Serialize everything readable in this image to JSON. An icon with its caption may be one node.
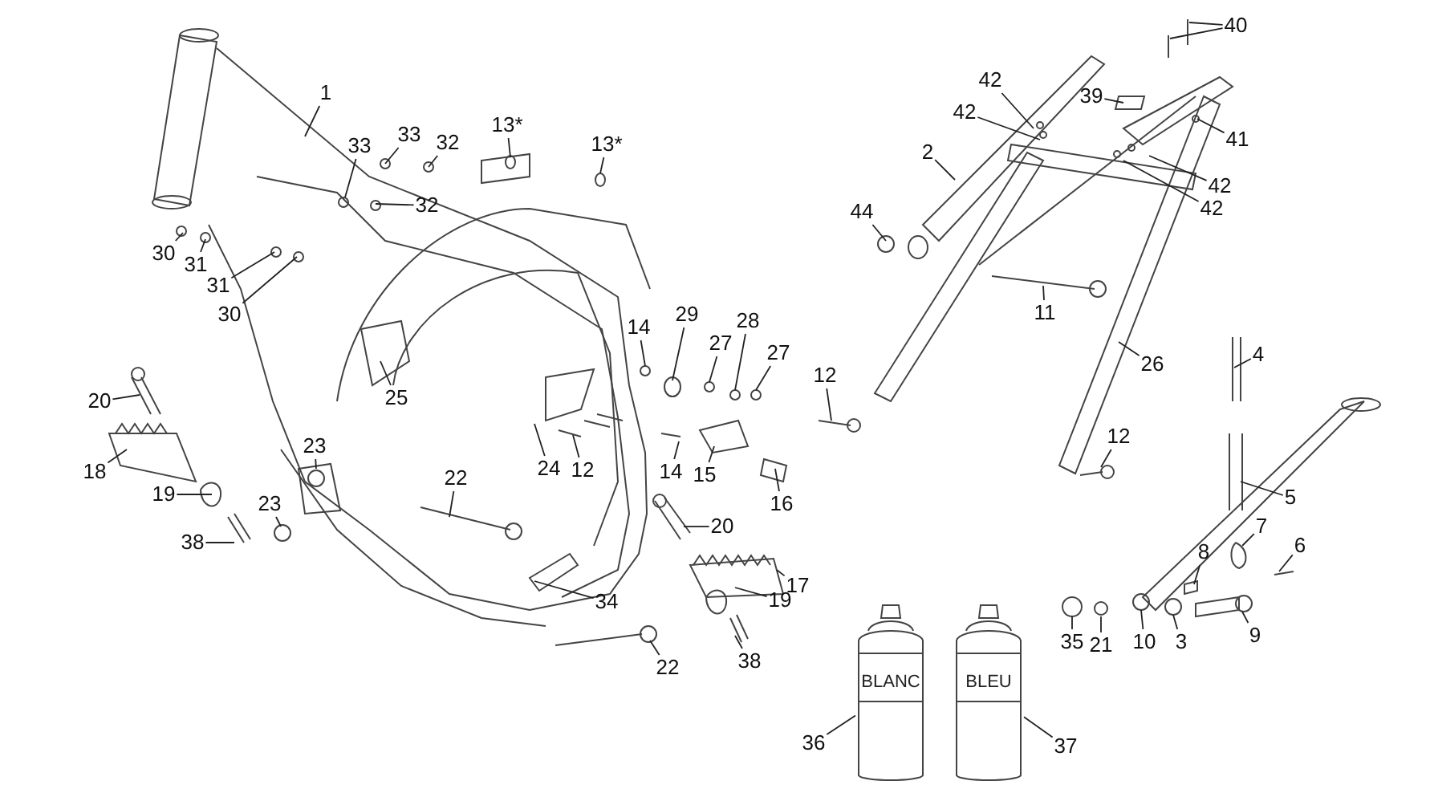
{
  "diagram": {
    "nodes": [
      {
        "text": [
          "1"
        ]
      },
      {
        "text": [
          "40"
        ]
      },
      {
        "text": [
          "13*"
        ]
      },
      {
        "text": [
          "13*"
        ]
      },
      {
        "text": [
          "33"
        ]
      },
      {
        "text": [
          "33"
        ]
      },
      {
        "text": [
          "32"
        ]
      },
      {
        "text": [
          "42"
        ]
      },
      {
        "text": [
          "42"
        ]
      },
      {
        "text": [
          "2"
        ]
      },
      {
        "text": [
          "32"
        ]
      },
      {
        "text": [
          "39"
        ]
      },
      {
        "text": [
          "41"
        ]
      },
      {
        "text": [
          "42"
        ]
      },
      {
        "text": [
          "42"
        ]
      },
      {
        "text": [
          "44"
        ]
      },
      {
        "text": [
          "30"
        ]
      },
      {
        "text": [
          "31"
        ]
      },
      {
        "text": [
          "31"
        ]
      },
      {
        "text": [
          "30"
        ]
      },
      {
        "text": [
          "11"
        ]
      },
      {
        "text": [
          "25"
        ]
      },
      {
        "text": [
          "14"
        ]
      },
      {
        "text": [
          "29"
        ]
      },
      {
        "text": [
          "27"
        ]
      },
      {
        "text": [
          "28"
        ]
      },
      {
        "text": [
          "27"
        ]
      },
      {
        "text": [
          "26"
        ]
      },
      {
        "text": [
          "4"
        ]
      },
      {
        "text": [
          "20"
        ]
      },
      {
        "text": [
          "12"
        ]
      },
      {
        "text": [
          "24"
        ]
      },
      {
        "text": [
          "12"
        ]
      },
      {
        "text": [
          "14"
        ]
      },
      {
        "text": [
          "15"
        ]
      },
      {
        "text": [
          "16"
        ]
      },
      {
        "text": [
          "12"
        ]
      },
      {
        "text": [
          "18"
        ]
      },
      {
        "text": [
          "22"
        ]
      },
      {
        "text": [
          "23"
        ]
      },
      {
        "text": [
          "5"
        ]
      },
      {
        "text": [
          "19"
        ]
      },
      {
        "text": [
          "23"
        ]
      },
      {
        "text": [
          "38"
        ]
      },
      {
        "text": [
          "20"
        ]
      },
      {
        "text": [
          "7"
        ]
      },
      {
        "text": [
          "6"
        ]
      },
      {
        "text": [
          "8"
        ]
      },
      {
        "text": [
          "34"
        ]
      },
      {
        "text": [
          "17"
        ]
      },
      {
        "text": [
          "19"
        ]
      },
      {
        "text": [
          "22"
        ]
      },
      {
        "text": [
          "38"
        ]
      },
      {
        "text": [
          "35"
        ]
      },
      {
        "text": [
          "21"
        ]
      },
      {
        "text": [
          "10"
        ]
      },
      {
        "text": [
          "3"
        ]
      },
      {
        "text": [
          "9"
        ]
      },
      {
        "text": [
          "36"
        ]
      },
      {
        "text": [
          "37"
        ]
      },
      {
        "text": [
          "BLANC"
        ]
      },
      {
        "text": [
          "BLEU"
        ]
      }
    ],
    "edges": [
      {
        "from": 0,
        "to": null,
        "arrow": "none"
      },
      {
        "from": 1,
        "to": null,
        "arrow": "none"
      },
      {
        "from": 1,
        "to": null,
        "arrow": "none"
      },
      {
        "from": 2,
        "to": null,
        "arrow": "none"
      },
      {
        "from": 3,
        "to": null,
        "arrow": "none"
      },
      {
        "from": 4,
        "to": null,
        "arrow": "none"
      },
      {
        "from": 5,
        "to": null,
        "arrow": "none"
      },
      {
        "from": 6,
        "to": null,
        "arrow": "none"
      },
      {
        "from": 7,
        "to": null,
        "arrow": "none"
      },
      {
        "from": 8,
        "to": null,
        "arrow": "none"
      },
      {
        "from": 9,
        "to": null,
        "arrow": "none"
      },
      {
        "from": 10,
        "to": null,
        "arrow": "none"
      },
      {
        "from": 11,
        "to": null,
        "arrow": "none"
      },
      {
        "from": 12,
        "to": null,
        "arrow": "none"
      },
      {
        "from": 13,
        "to": null,
        "arrow": "none"
      },
      {
        "from": 14,
        "to": null,
        "arrow": "none"
      },
      {
        "from": 15,
        "to": null,
        "arrow": "none"
      },
      {
        "from": 16,
        "to": null,
        "arrow": "none"
      },
      {
        "from": 17,
        "to": null,
        "arrow": "none"
      },
      {
        "from": 18,
        "to": null,
        "arrow": "none"
      },
      {
        "from": 19,
        "to": null,
        "arrow": "none"
      },
      {
        "from": 20,
        "to": null,
        "arrow": "none"
      },
      {
        "from": 21,
        "to": null,
        "arrow": "none"
      },
      {
        "from": 22,
        "to": null,
        "arrow": "none"
      },
      {
        "from": 23,
        "to": null,
        "arrow": "none"
      },
      {
        "from": 24,
        "to": null,
        "arrow": "none"
      },
      {
        "from": 25,
        "to": null,
        "arrow": "none"
      },
      {
        "from": 26,
        "to": null,
        "arrow": "none"
      },
      {
        "from": 27,
        "to": null,
        "arrow": "none"
      },
      {
        "from": 28,
        "to": null,
        "arrow": "none"
      },
      {
        "from": 29,
        "to": null,
        "arrow": "none"
      },
      {
        "from": 30,
        "to": null,
        "arrow": "none"
      },
      {
        "from": 31,
        "to": null,
        "arrow": "none"
      },
      {
        "from": 32,
        "to": null,
        "arrow": "none"
      },
      {
        "from": 33,
        "to": null,
        "arrow": "none"
      },
      {
        "from": 34,
        "to": null,
        "arrow": "none"
      },
      {
        "from": 35,
        "to": null,
        "arrow": "none"
      },
      {
        "from": 36,
        "to": null,
        "arrow": "none"
      },
      {
        "from": 37,
        "to": null,
        "arrow": "none"
      },
      {
        "from": 38,
        "to": null,
        "arrow": "none"
      },
      {
        "from": 39,
        "to": null,
        "arrow": "none"
      },
      {
        "from": 40,
        "to": null,
        "arrow": "none"
      },
      {
        "from": 41,
        "to": null,
        "arrow": "none"
      },
      {
        "from": 42,
        "to": null,
        "arrow": "none"
      },
      {
        "from": 43,
        "to": null,
        "arrow": "none"
      },
      {
        "from": 44,
        "to": null,
        "arrow": "none"
      },
      {
        "from": 45,
        "to": null,
        "arrow": "none"
      },
      {
        "from": 46,
        "to": null,
        "arrow": "none"
      },
      {
        "from": 47,
        "to": null,
        "arrow": "none"
      },
      {
        "from": 48,
        "to": null,
        "arrow": "none"
      },
      {
        "from": 49,
        "to": null,
        "arrow": "none"
      },
      {
        "from": 50,
        "to": null,
        "arrow": "none"
      },
      {
        "from": 51,
        "to": null,
        "arrow": "none"
      },
      {
        "from": 52,
        "to": null,
        "arrow": "none"
      },
      {
        "from": 53,
        "to": null,
        "arrow": "none"
      },
      {
        "from": 54,
        "to": null,
        "arrow": "none"
      },
      {
        "from": 55,
        "to": null,
        "arrow": "none"
      },
      {
        "from": 56,
        "to": null,
        "arrow": "none"
      },
      {
        "from": 57,
        "to": null,
        "arrow": "none"
      },
      {
        "from": 58,
        "to": 60,
        "arrow": "none"
      },
      {
        "from": 59,
        "to": 61,
        "arrow": "none"
      }
    ]
  }
}
